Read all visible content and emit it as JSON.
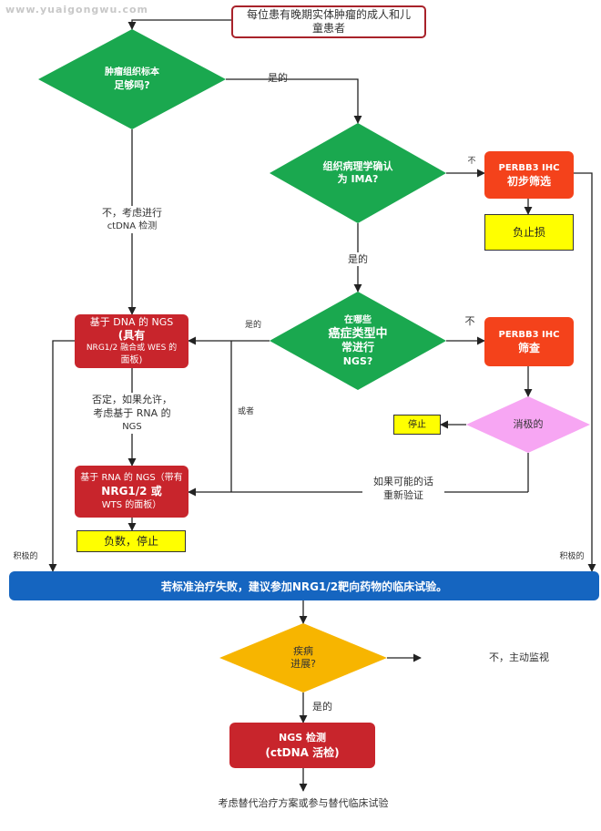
{
  "watermark": "www.yuaigongwu.com",
  "nodes": {
    "start": "每位患有晚期实体肿瘤的成人和儿童患者",
    "d_tissue": [
      "肿瘤组织标本",
      "足够吗?"
    ],
    "d_ima": [
      "组织病理学确认",
      "为 IMA?"
    ],
    "erbb3_initial": [
      "PERBB3 IHC",
      "初步筛选"
    ],
    "stop_negative_1": "负止损",
    "d_cancer": [
      "在哪些",
      "癌症类型中",
      "常进行",
      "NGS?"
    ],
    "erbb3_screen": [
      "PERBB3 IHC",
      "筛查"
    ],
    "dna_ngs": [
      "基于 DNA 的 NGS",
      "(具有",
      "NRG1/2 融合或 WES 的",
      "面板)"
    ],
    "d_negative": "消极的",
    "stop": "停止",
    "rna_ngs": [
      "基于 RNA 的 NGS（带有",
      "NRG1/2 或",
      "WTS 的面板）"
    ],
    "stop_negative_2": "负数，停止",
    "banner": "若标准治疗失败，建议参加NRG1/2靶向药物的临床试验。",
    "d_progress": [
      "疾病",
      "进展?"
    ],
    "ngs_ctdna": [
      "NGS 检测",
      "(ctDNA 活检)"
    ],
    "final": "考虑替代治疗方案或参与替代临床试验"
  },
  "edges": {
    "yes_1": "是的",
    "no_ctdna": [
      "不，考虑进行",
      "ctDNA 检测"
    ],
    "no_1": "不",
    "yes_2": "是的",
    "yes_3": "是的",
    "no_2": "不",
    "negated": [
      "否定，如果允许，",
      "考虑基于 RNA 的",
      "NGS"
    ],
    "or": "或者",
    "reverify": [
      "如果可能的话",
      "重新验证"
    ],
    "positive_left": "积极的",
    "positive_right": "积极的",
    "no_monitor": "不，主动监视",
    "yes_4": "是的"
  },
  "colors": {
    "green": "#1aa84f",
    "red": "#c8252c",
    "orange": "#f4421b",
    "yellow": "#ffff00",
    "pink": "#f7a6f3",
    "gold": "#f7b500",
    "blue": "#1565c0"
  }
}
